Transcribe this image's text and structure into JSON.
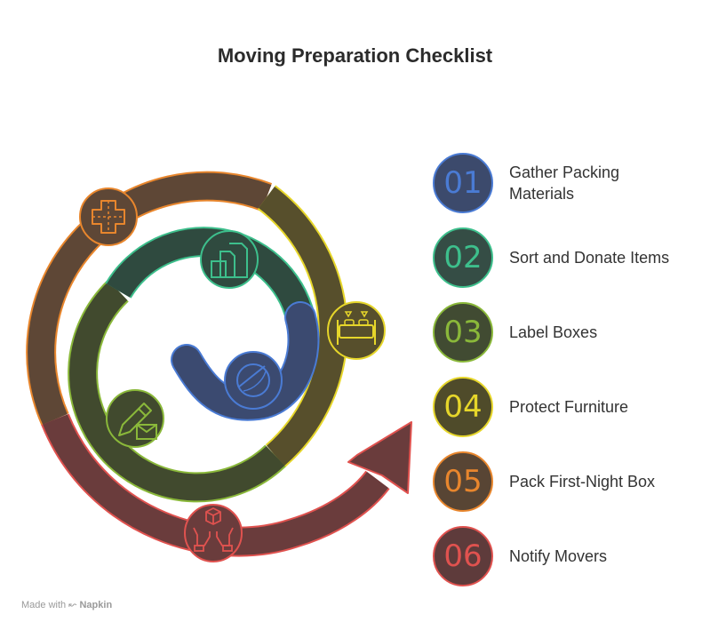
{
  "title": "Moving Preparation Checklist",
  "steps": [
    {
      "number": "01",
      "label_line1": "Gather Packing",
      "label_line2": "Materials",
      "color": "#4a7bd4",
      "fill": "#3c4a6c",
      "icon": "boxes-icon"
    },
    {
      "number": "02",
      "label_line1": "Sort and Donate Items",
      "label_line2": "",
      "color": "#3dbf8c",
      "fill": "#354d45",
      "icon": "documents-icon"
    },
    {
      "number": "03",
      "label_line1": "Label Boxes",
      "label_line2": "",
      "color": "#8ab83a",
      "fill": "#414b32",
      "icon": "pencil-envelope-icon"
    },
    {
      "number": "04",
      "label_line1": "Protect Furniture",
      "label_line2": "",
      "color": "#e6d62a",
      "fill": "#4f4b2a",
      "icon": "bed-icon"
    },
    {
      "number": "05",
      "label_line1": "Pack First-Night Box",
      "label_line2": "",
      "color": "#e8862d",
      "fill": "#584534",
      "icon": "first-aid-icon"
    },
    {
      "number": "06",
      "label_line1": "Notify Movers",
      "label_line2": "",
      "color": "#e0524f",
      "fill": "#5e3b3b",
      "icon": "hands-box-icon"
    }
  ],
  "footer": {
    "made_with": "Made with",
    "brand": "Napkin"
  }
}
